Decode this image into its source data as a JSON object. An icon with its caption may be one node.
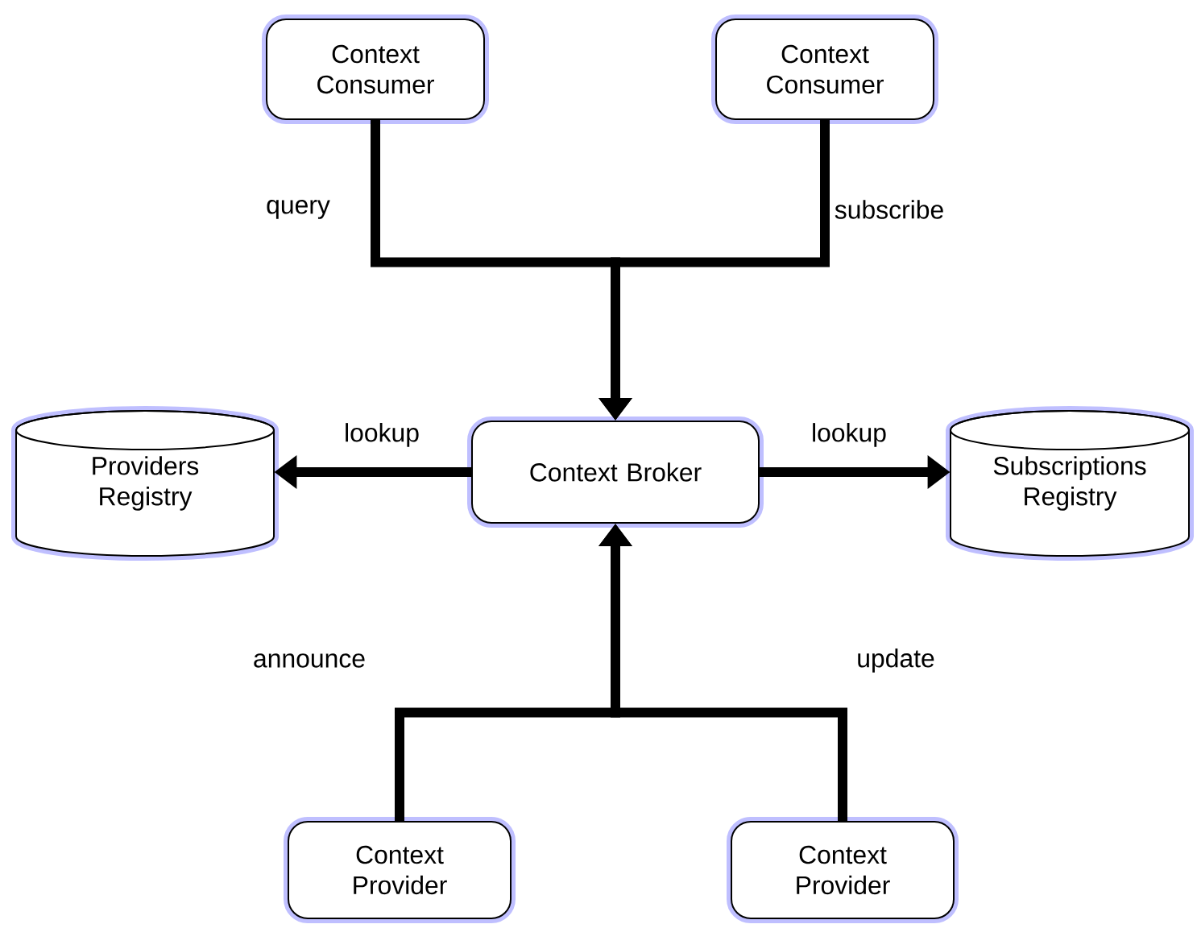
{
  "diagram": {
    "nodes": [
      {
        "text": [
          "Context Consumer"
        ]
      },
      {
        "text": [
          "Context Consumer"
        ]
      },
      {
        "text": [
          "Providers Registry"
        ]
      },
      {
        "text": [
          "Context Broker"
        ]
      },
      {
        "text": [
          "Subscriptions Registry"
        ]
      },
      {
        "text": [
          "Context Provider"
        ]
      },
      {
        "text": [
          "Context Provider"
        ]
      }
    ],
    "edges": [
      {
        "from": 0,
        "to": 3,
        "arrow": "to",
        "label": "query"
      },
      {
        "from": 1,
        "to": 3,
        "arrow": "to",
        "label": "subscribe"
      },
      {
        "from": 3,
        "to": 2,
        "arrow": "to",
        "label": "lookup"
      },
      {
        "from": 3,
        "to": 4,
        "arrow": "to",
        "label": "lookup"
      },
      {
        "from": 5,
        "to": 3,
        "arrow": "to",
        "label": "announce"
      },
      {
        "from": 6,
        "to": 3,
        "arrow": "to",
        "label": "update"
      }
    ]
  }
}
